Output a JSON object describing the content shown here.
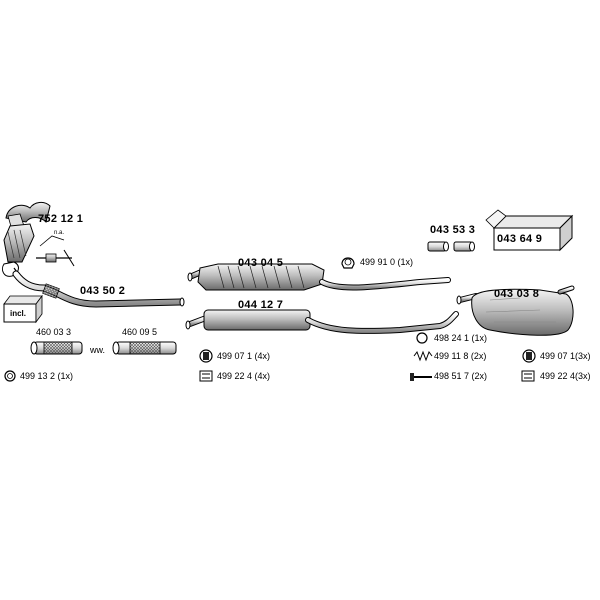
{
  "parts": {
    "catalyst_manifold": "752 12 1",
    "front_pipe": "043 50 2",
    "flex_a": "460 03 3",
    "flex_b": "460 09 5",
    "middle_silencer_1": "043 04 5",
    "middle_silencer_2": "044 12 7",
    "rear_silencer": "043 03 8",
    "tail_tips": "043 53 3",
    "mounting_kit": "043 64 9"
  },
  "notes": {
    "na": "n.a.",
    "ww": "ww.",
    "incl": "incl."
  },
  "fittings": {
    "f1": "499 13 2  (1x)",
    "f2": "499 91 0 (1x)",
    "f3": "499 07 1 (4x)",
    "f4": "499 22 4 (4x)",
    "f5": "498 24 1  (1x)",
    "f6": "499 11 8  (2x)",
    "f7": "498 51 7  (2x)",
    "f8": "499 07 1(3x)",
    "f9": "499 22 4(3x)"
  }
}
